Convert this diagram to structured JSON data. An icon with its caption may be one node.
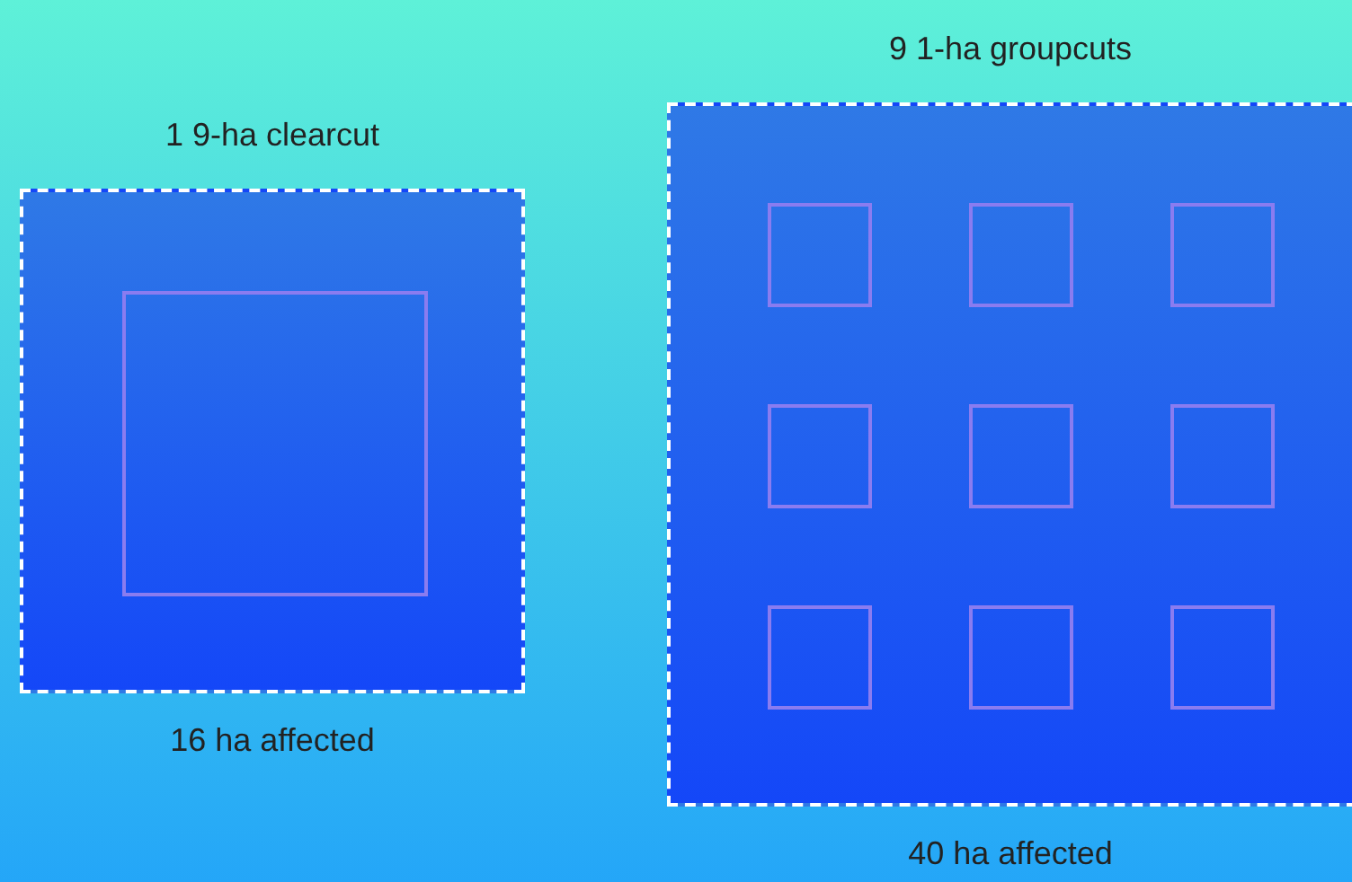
{
  "diagram": {
    "nodes": [
      {
        "text": [
          "1 9-ha clearcut"
        ],
        "beside": [
          "16 ha affected"
        ]
      },
      {
        "text": [],
        "shape": "box",
        "in": 0
      },
      {
        "text": [
          "9 1-ha groupcuts"
        ],
        "beside": [
          "40 ha affected"
        ]
      },
      {
        "text": [],
        "shape": "box",
        "in": 2
      },
      {
        "text": [],
        "shape": "box",
        "in": 2
      },
      {
        "text": [],
        "shape": "box",
        "in": 2
      },
      {
        "text": [],
        "shape": "box",
        "in": 2
      },
      {
        "text": [],
        "shape": "box",
        "in": 2
      },
      {
        "text": [],
        "shape": "box",
        "in": 2
      },
      {
        "text": [],
        "shape": "box",
        "in": 2
      },
      {
        "text": [],
        "shape": "box",
        "in": 2
      },
      {
        "text": [],
        "shape": "box",
        "in": 2
      }
    ]
  }
}
